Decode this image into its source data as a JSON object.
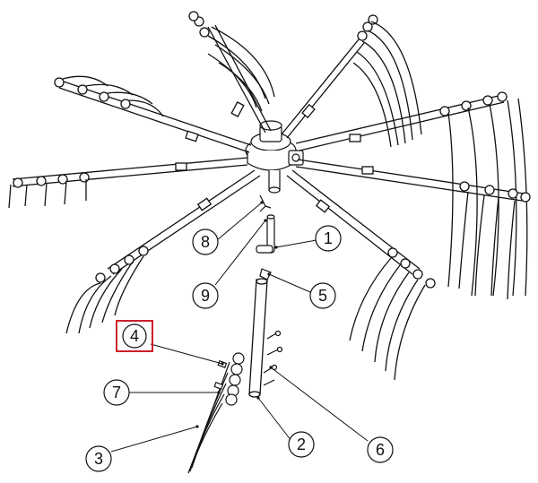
{
  "diagram": {
    "callouts": [
      {
        "id": "c1",
        "label": "1"
      },
      {
        "id": "c2",
        "label": "2"
      },
      {
        "id": "c3",
        "label": "3"
      },
      {
        "id": "c4",
        "label": "4",
        "highlighted": true
      },
      {
        "id": "c5",
        "label": "5"
      },
      {
        "id": "c6",
        "label": "6"
      },
      {
        "id": "c7",
        "label": "7"
      },
      {
        "id": "c8",
        "label": "8"
      },
      {
        "id": "c9",
        "label": "9"
      }
    ],
    "colors": {
      "line": "#111111",
      "highlight_box": "#cc1f2d",
      "background": "#ffffff"
    }
  }
}
